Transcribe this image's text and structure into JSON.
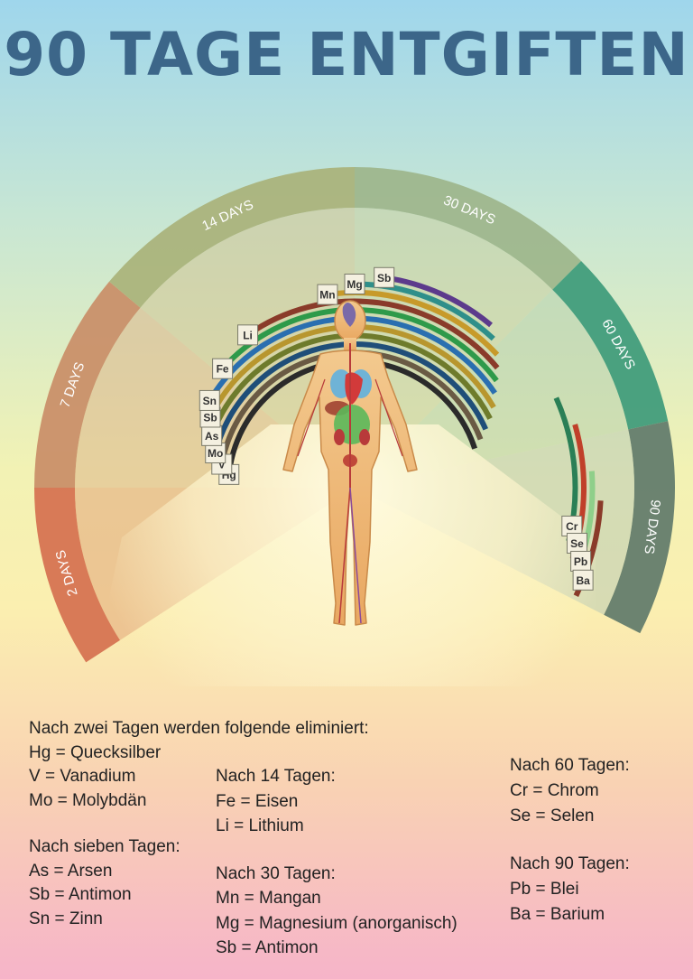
{
  "title": "90 TAGE ENTGIFTEN",
  "periods": [
    {
      "label": "2 DAYS",
      "color": "#d5704f"
    },
    {
      "label": "7 DAYS",
      "color": "#c98d67"
    },
    {
      "label": "14 DAYS",
      "color": "#a9b27a"
    },
    {
      "label": "30 DAYS",
      "color": "#9db58b"
    },
    {
      "label": "60 DAYS",
      "color": "#3d9a7a"
    },
    {
      "label": "90 DAYS",
      "color": "#5f7a6a"
    }
  ],
  "elements": [
    {
      "symbol": "Hg",
      "color": "#2b2b2b"
    },
    {
      "symbol": "V",
      "color": "#6a5a44"
    },
    {
      "symbol": "Mo",
      "color": "#1f4e79"
    },
    {
      "symbol": "As",
      "color": "#6e7b2c"
    },
    {
      "symbol": "Sb",
      "color": "#b8962e"
    },
    {
      "symbol": "Sn",
      "color": "#2a6fb0"
    },
    {
      "symbol": "Fe",
      "color": "#2e9a4a"
    },
    {
      "symbol": "Li",
      "color": "#8a3b2a"
    },
    {
      "symbol": "Mn",
      "color": "#c79a2a"
    },
    {
      "symbol": "Mg",
      "color": "#2f8f8a"
    },
    {
      "symbol": "Sb",
      "color": "#5c3a8c"
    },
    {
      "symbol": "Cr",
      "color": "#2a7f56"
    },
    {
      "symbol": "Se",
      "color": "#c0402a"
    },
    {
      "symbol": "Pb",
      "color": "#8fcf8a"
    },
    {
      "symbol": "Ba",
      "color": "#8a3b2a"
    }
  ],
  "legend": {
    "col1": {
      "heading1": "Nach zwei Tagen werden folgende eliminiert:",
      "l1": "Hg = Quecksilber",
      "l2": "V = Vanadium",
      "l3": "Mo = Molybdän",
      "heading2": "Nach sieben Tagen:",
      "l4": "As = Arsen",
      "l5": "Sb = Antimon",
      "l6": "Sn = Zinn"
    },
    "col2": {
      "heading1": "Nach 14 Tagen:",
      "l1": "Fe = Eisen",
      "l2": "Li = Lithium",
      "heading2": "Nach 30 Tagen:",
      "l3": "Mn = Mangan",
      "l4": "Mg = Magnesium (anorganisch)",
      "l5": "Sb = Antimon"
    },
    "col3": {
      "heading1": "Nach 60 Tagen:",
      "l1": "Cr = Chrom",
      "l2": "Se = Selen",
      "heading2": "Nach 90 Tagen:",
      "l3": "Pb = Blei",
      "l4": "Ba = Barium"
    }
  }
}
